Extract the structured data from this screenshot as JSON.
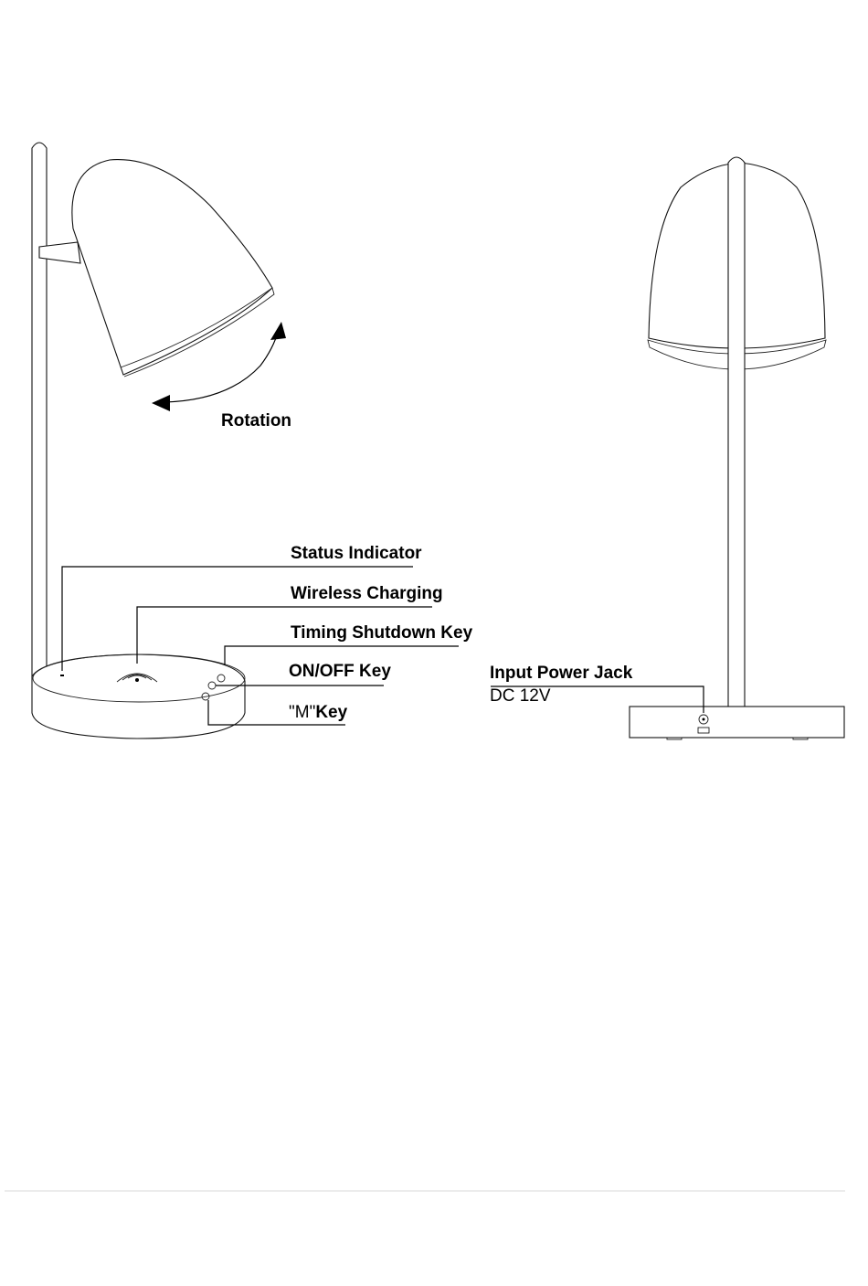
{
  "labels": {
    "rotation": "Rotation",
    "status_indicator": "Status Indicator",
    "wireless_charging": "Wireless Charging",
    "timing_shutdown_key": "Timing Shutdown Key",
    "onoff_key": "ON/OFF Key",
    "m_key_quoted": "\"M\"",
    "m_key_word": "Key",
    "input_power_jack": "Input Power Jack",
    "dc_voltage": "DC 12V"
  }
}
